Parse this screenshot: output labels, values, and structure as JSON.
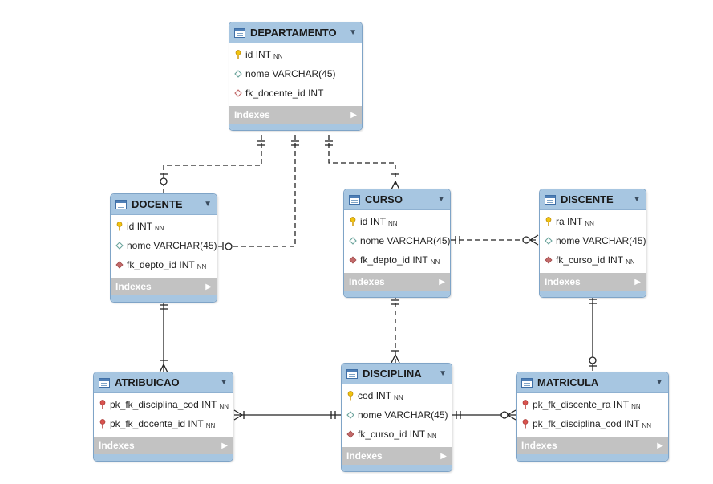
{
  "colors": {
    "header": "#a7c6e1",
    "indexes_bar": "#c2c2c2",
    "border": "#7fa4c7",
    "pk_key": "#f1c40f",
    "fk_pk_key": "#d9534f",
    "fk_diamond": "#c26a6a",
    "plain_diamond": "#6aa39b",
    "line": "#222222"
  },
  "entities": [
    {
      "id": "departamento",
      "name": "DEPARTAMENTO",
      "indexes_label": "Indexes",
      "columns": [
        {
          "name": "id",
          "type": "INT",
          "nn": "NN",
          "icon": "primary-key-icon"
        },
        {
          "name": "nome",
          "type": "VARCHAR(45)",
          "nn": "",
          "icon": "column-diamond-icon"
        },
        {
          "name": "fk_docente_id",
          "type": "INT",
          "nn": "",
          "icon": "foreign-key-diamond-outline-icon"
        }
      ]
    },
    {
      "id": "docente",
      "name": "DOCENTE",
      "indexes_label": "Indexes",
      "columns": [
        {
          "name": "id",
          "type": "INT",
          "nn": "NN",
          "icon": "primary-key-icon"
        },
        {
          "name": "nome",
          "type": "VARCHAR(45)",
          "nn": "",
          "icon": "column-diamond-icon"
        },
        {
          "name": "fk_depto_id",
          "type": "INT",
          "nn": "NN",
          "icon": "foreign-key-diamond-icon"
        }
      ]
    },
    {
      "id": "curso",
      "name": "CURSO",
      "indexes_label": "Indexes",
      "columns": [
        {
          "name": "id",
          "type": "INT",
          "nn": "NN",
          "icon": "primary-key-icon"
        },
        {
          "name": "nome",
          "type": "VARCHAR(45)",
          "nn": "",
          "icon": "column-diamond-icon"
        },
        {
          "name": "fk_depto_id",
          "type": "INT",
          "nn": "NN",
          "icon": "foreign-key-diamond-icon"
        }
      ]
    },
    {
      "id": "discente",
      "name": "DISCENTE",
      "indexes_label": "Indexes",
      "columns": [
        {
          "name": "ra",
          "type": "INT",
          "nn": "NN",
          "icon": "primary-key-icon"
        },
        {
          "name": "nome",
          "type": "VARCHAR(45)",
          "nn": "",
          "icon": "column-diamond-icon"
        },
        {
          "name": "fk_curso_id",
          "type": "INT",
          "nn": "NN",
          "icon": "foreign-key-diamond-icon"
        }
      ]
    },
    {
      "id": "atribuicao",
      "name": "ATRIBUICAO",
      "indexes_label": "Indexes",
      "columns": [
        {
          "name": "pk_fk_disciplina_cod",
          "type": "INT",
          "nn": "NN",
          "icon": "foreign-primary-key-icon"
        },
        {
          "name": "pk_fk_docente_id",
          "type": "INT",
          "nn": "NN",
          "icon": "foreign-primary-key-icon"
        }
      ]
    },
    {
      "id": "disciplina",
      "name": "DISCIPLINA",
      "indexes_label": "Indexes",
      "columns": [
        {
          "name": "cod",
          "type": "INT",
          "nn": "NN",
          "icon": "primary-key-icon"
        },
        {
          "name": "nome",
          "type": "VARCHAR(45)",
          "nn": "",
          "icon": "column-diamond-icon"
        },
        {
          "name": "fk_curso_id",
          "type": "INT",
          "nn": "NN",
          "icon": "foreign-key-diamond-icon"
        }
      ]
    },
    {
      "id": "matricula",
      "name": "MATRICULA",
      "indexes_label": "Indexes",
      "columns": [
        {
          "name": "pk_fk_discente_ra",
          "type": "INT",
          "nn": "NN",
          "icon": "foreign-primary-key-icon"
        },
        {
          "name": "pk_fk_disciplina_cod",
          "type": "INT",
          "nn": "NN",
          "icon": "foreign-primary-key-icon"
        }
      ]
    }
  ],
  "relationships": [
    {
      "from": "departamento",
      "to": "docente",
      "identifying": false,
      "from_card": "one",
      "to_card": "zero-or-one"
    },
    {
      "from": "departamento",
      "to": "docente",
      "identifying": false,
      "from_card": "one",
      "to_card": "zero-or-one"
    },
    {
      "from": "departamento",
      "to": "curso",
      "identifying": false,
      "from_card": "one",
      "to_card": "many"
    },
    {
      "from": "curso",
      "to": "discente",
      "identifying": false,
      "from_card": "one",
      "to_card": "zero-or-many"
    },
    {
      "from": "curso",
      "to": "disciplina",
      "identifying": false,
      "from_card": "one",
      "to_card": "many"
    },
    {
      "from": "docente",
      "to": "atribuicao",
      "identifying": true,
      "from_card": "one",
      "to_card": "many"
    },
    {
      "from": "disciplina",
      "to": "atribuicao",
      "identifying": true,
      "from_card": "one",
      "to_card": "many"
    },
    {
      "from": "discente",
      "to": "matricula",
      "identifying": true,
      "from_card": "one",
      "to_card": "zero-or-one"
    },
    {
      "from": "disciplina",
      "to": "matricula",
      "identifying": true,
      "from_card": "one",
      "to_card": "zero-or-many"
    }
  ]
}
